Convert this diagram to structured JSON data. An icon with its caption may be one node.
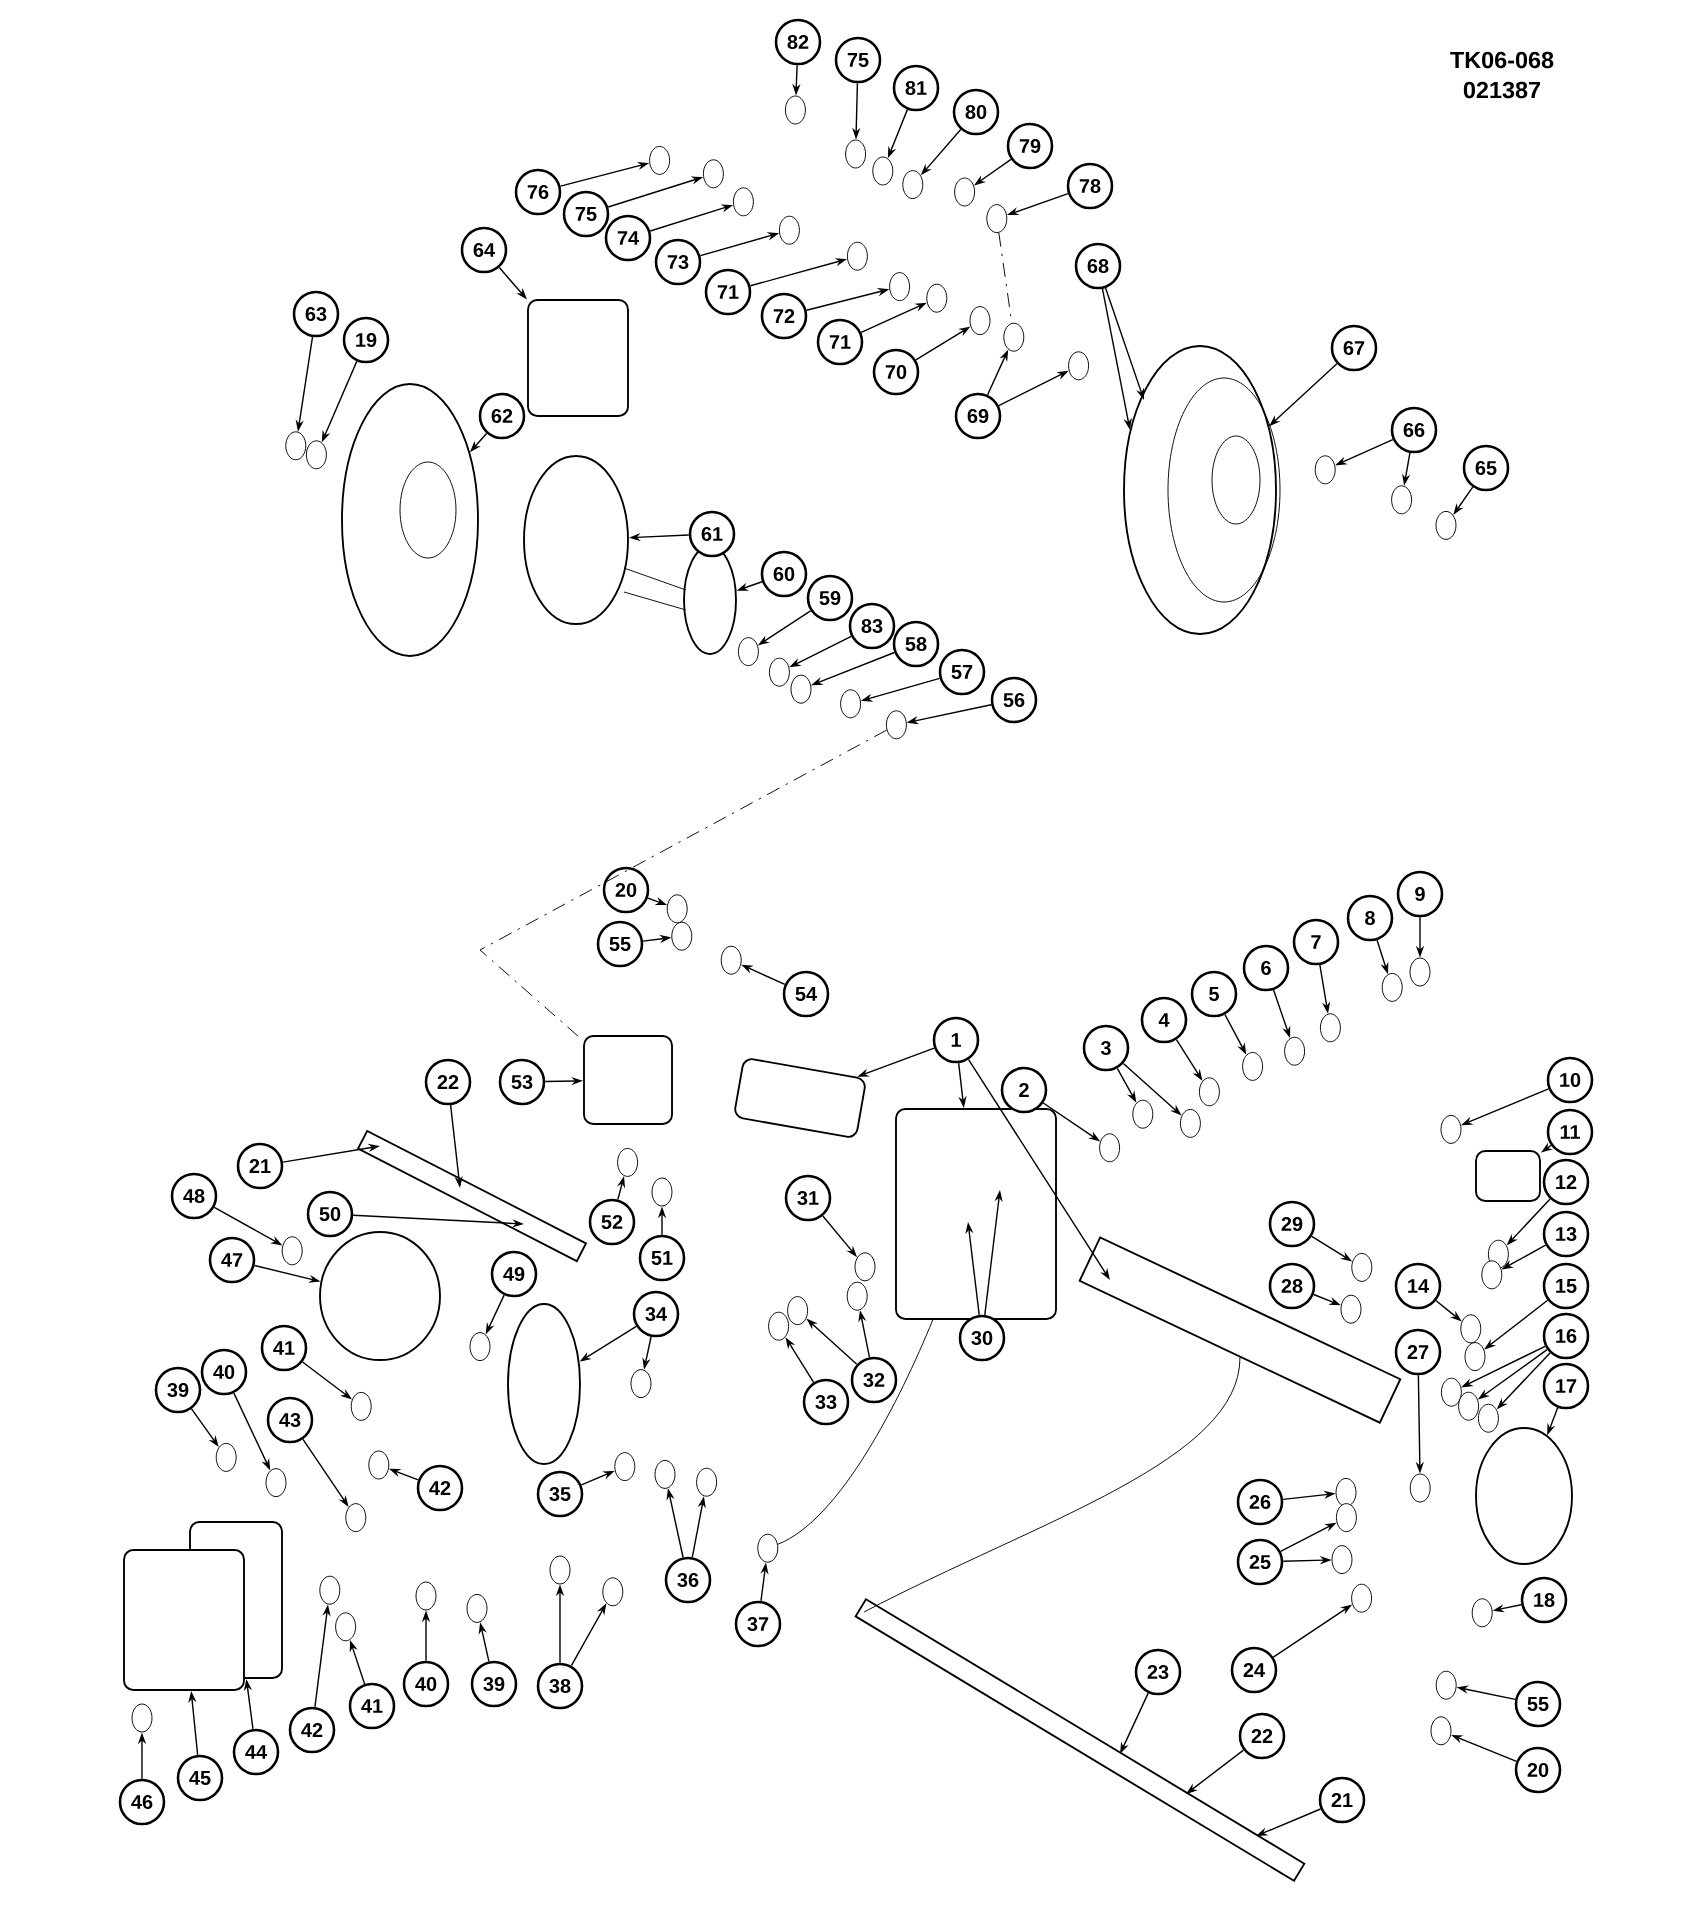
{
  "diagram": {
    "nodes": [
      {
        "text": [
          "82"
        ]
      },
      {
        "text": [
          "75"
        ]
      },
      {
        "text": [
          "81"
        ]
      },
      {
        "text": [
          "80"
        ]
      },
      {
        "text": [
          "79"
        ]
      },
      {
        "text": [
          "78"
        ]
      },
      {
        "text": [
          "76"
        ]
      },
      {
        "text": [
          "75"
        ]
      },
      {
        "text": [
          "74"
        ]
      },
      {
        "text": [
          "73"
        ]
      },
      {
        "text": [
          "71"
        ]
      },
      {
        "text": [
          "72"
        ]
      },
      {
        "text": [
          "71"
        ]
      },
      {
        "text": [
          "70"
        ]
      },
      {
        "text": [
          "69"
        ]
      },
      {
        "text": [
          "68"
        ]
      },
      {
        "text": [
          "67"
        ]
      },
      {
        "text": [
          "66"
        ]
      },
      {
        "text": [
          "65"
        ]
      },
      {
        "text": [
          "64"
        ]
      },
      {
        "text": [
          "63"
        ]
      },
      {
        "text": [
          "19"
        ]
      },
      {
        "text": [
          "62"
        ]
      },
      {
        "text": [
          "61"
        ]
      },
      {
        "text": [
          "60"
        ]
      },
      {
        "text": [
          "59"
        ]
      },
      {
        "text": [
          "83"
        ]
      },
      {
        "text": [
          "58"
        ]
      },
      {
        "text": [
          "57"
        ]
      },
      {
        "text": [
          "56"
        ]
      },
      {
        "text": [
          "20"
        ]
      },
      {
        "text": [
          "55"
        ]
      },
      {
        "text": [
          "54"
        ]
      },
      {
        "text": [
          "53"
        ]
      },
      {
        "text": [
          "1"
        ]
      },
      {
        "text": [
          "2"
        ]
      },
      {
        "text": [
          "3"
        ]
      },
      {
        "text": [
          "4"
        ]
      },
      {
        "text": [
          "5"
        ]
      },
      {
        "text": [
          "6"
        ]
      },
      {
        "text": [
          "7"
        ]
      },
      {
        "text": [
          "8"
        ]
      },
      {
        "text": [
          "9"
        ]
      },
      {
        "text": [
          "22"
        ]
      },
      {
        "text": [
          "21"
        ]
      },
      {
        "text": [
          "50"
        ]
      },
      {
        "text": [
          "48"
        ]
      },
      {
        "text": [
          "52"
        ]
      },
      {
        "text": [
          "51"
        ]
      },
      {
        "text": [
          "31"
        ]
      },
      {
        "text": [
          "47"
        ]
      },
      {
        "text": [
          "49"
        ]
      },
      {
        "text": [
          "29"
        ]
      },
      {
        "text": [
          "10"
        ]
      },
      {
        "text": [
          "11"
        ]
      },
      {
        "text": [
          "12"
        ]
      },
      {
        "text": [
          "13"
        ]
      },
      {
        "text": [
          "28"
        ]
      },
      {
        "text": [
          "14"
        ]
      },
      {
        "text": [
          "15"
        ]
      },
      {
        "text": [
          "34"
        ]
      },
      {
        "text": [
          "16"
        ]
      },
      {
        "text": [
          "30"
        ]
      },
      {
        "text": [
          "27"
        ]
      },
      {
        "text": [
          "41"
        ]
      },
      {
        "text": [
          "40"
        ]
      },
      {
        "text": [
          "17"
        ]
      },
      {
        "text": [
          "32"
        ]
      },
      {
        "text": [
          "39"
        ]
      },
      {
        "text": [
          "33"
        ]
      },
      {
        "text": [
          "43"
        ]
      },
      {
        "text": [
          "42"
        ]
      },
      {
        "text": [
          "35"
        ]
      },
      {
        "text": [
          "26"
        ]
      },
      {
        "text": [
          "25"
        ]
      },
      {
        "text": [
          "36"
        ]
      },
      {
        "text": [
          "18"
        ]
      },
      {
        "text": [
          "37"
        ]
      },
      {
        "text": [
          "23"
        ]
      },
      {
        "text": [
          "24"
        ]
      },
      {
        "text": [
          "38"
        ]
      },
      {
        "text": [
          "40"
        ]
      },
      {
        "text": [
          "39"
        ]
      },
      {
        "text": [
          "41"
        ]
      },
      {
        "text": [
          "55"
        ]
      },
      {
        "text": [
          "42"
        ]
      },
      {
        "text": [
          "22"
        ]
      },
      {
        "text": [
          "44"
        ]
      },
      {
        "text": [
          "20"
        ]
      },
      {
        "text": [
          "45"
        ]
      },
      {
        "text": [
          "46"
        ]
      },
      {
        "text": [
          "21"
        ]
      },
      {
        "text": [],
        "shape": "ellipse"
      },
      {
        "text": [],
        "shape": "ellipse"
      },
      {
        "text": [],
        "shape": "ellipse"
      },
      {
        "text": [],
        "shape": "ellipse"
      },
      {
        "text": [],
        "shape": "box"
      },
      {
        "text": [],
        "shape": "box"
      },
      {
        "text": [],
        "shape": "box"
      },
      {
        "text": [],
        "shape": "box"
      },
      {
        "text": [],
        "shape": "bar"
      },
      {
        "text": [],
        "shape": "bar"
      },
      {
        "text": [],
        "shape": "ellipse"
      },
      {
        "text": [],
        "shape": "ellipse"
      },
      {
        "text": [],
        "shape": "bar"
      },
      {
        "text": [],
        "shape": "ellipse"
      },
      {
        "text": [],
        "shape": "box"
      },
      {
        "text": [],
        "shape": "box"
      },
      {
        "text": [],
        "shape": "box"
      },
      {
        "text": [],
        "shape": "ellipse"
      },
      {
        "text": [],
        "shape": "ellipse"
      },
      {
        "text": [],
        "shape": "ellipse"
      },
      {
        "text": [],
        "shape": "ellipse"
      },
      {
        "text": [],
        "shape": "ellipse"
      },
      {
        "text": [],
        "shape": "ellipse"
      },
      {
        "text": [],
        "shape": "ellipse"
      },
      {
        "text": [],
        "shape": "ellipse"
      },
      {
        "text": [],
        "shape": "ellipse"
      },
      {
        "text": [],
        "shape": "ellipse"
      },
      {
        "text": [],
        "shape": "ellipse"
      },
      {
        "text": [],
        "shape": "ellipse"
      },
      {
        "text": [],
        "shape": "ellipse"
      },
      {
        "text": [],
        "shape": "ellipse"
      },
      {
        "text": [],
        "shape": "ellipse"
      },
      {
        "text": [],
        "shape": "ellipse"
      },
      {
        "text": [],
        "shape": "ellipse"
      },
      {
        "text": [],
        "shape": "ellipse"
      },
      {
        "text": [],
        "shape": "ellipse"
      },
      {
        "text": [],
        "shape": "ellipse"
      },
      {
        "text": [],
        "shape": "ellipse"
      },
      {
        "text": [],
        "shape": "ellipse"
      },
      {
        "text": [],
        "shape": "ellipse"
      },
      {
        "text": [],
        "shape": "ellipse"
      },
      {
        "text": [],
        "shape": "ellipse"
      },
      {
        "text": [],
        "shape": "ellipse"
      },
      {
        "text": [],
        "shape": "ellipse"
      },
      {
        "text": [],
        "shape": "ellipse"
      },
      {
        "text": [],
        "shape": "ellipse"
      },
      {
        "text": [],
        "shape": "ellipse"
      },
      {
        "text": [],
        "shape": "ellipse"
      },
      {
        "text": [],
        "shape": "ellipse"
      },
      {
        "text": [],
        "shape": "ellipse"
      },
      {
        "text": [],
        "shape": "ellipse"
      },
      {
        "text": [],
        "shape": "ellipse"
      },
      {
        "text": [],
        "shape": "ellipse"
      },
      {
        "text": [],
        "shape": "ellipse"
      },
      {
        "text": [],
        "shape": "ellipse"
      },
      {
        "text": [],
        "shape": "ellipse"
      },
      {
        "text": [],
        "shape": "ellipse"
      },
      {
        "text": [],
        "shape": "ellipse"
      },
      {
        "text": [],
        "shape": "ellipse"
      },
      {
        "text": [],
        "shape": "ellipse"
      },
      {
        "text": [],
        "shape": "ellipse"
      },
      {
        "text": [],
        "shape": "ellipse"
      },
      {
        "text": [],
        "shape": "ellipse"
      },
      {
        "text": [],
        "shape": "ellipse"
      },
      {
        "text": [],
        "shape": "ellipse"
      },
      {
        "text": [],
        "shape": "ellipse"
      },
      {
        "text": [],
        "shape": "ellipse"
      },
      {
        "text": [],
        "shape": "ellipse"
      },
      {
        "text": [],
        "shape": "ellipse"
      },
      {
        "text": [],
        "shape": "ellipse"
      },
      {
        "text": [],
        "shape": "ellipse"
      },
      {
        "text": [],
        "shape": "ellipse"
      },
      {
        "text": [],
        "shape": "ellipse"
      },
      {
        "text": [],
        "shape": "ellipse"
      },
      {
        "text": [],
        "shape": "ellipse"
      },
      {
        "text": [],
        "shape": "ellipse"
      },
      {
        "text": [],
        "shape": "ellipse"
      },
      {
        "text": [],
        "shape": "ellipse"
      },
      {
        "text": [],
        "shape": "ellipse"
      },
      {
        "text": [],
        "shape": "ellipse"
      },
      {
        "text": [],
        "shape": "ellipse"
      },
      {
        "text": [],
        "shape": "ellipse"
      },
      {
        "text": [],
        "shape": "ellipse"
      },
      {
        "text": [],
        "shape": "ellipse"
      },
      {
        "text": [],
        "shape": "ellipse"
      },
      {
        "text": [],
        "shape": "ellipse"
      },
      {
        "text": [],
        "shape": "ellipse"
      },
      {
        "text": [],
        "shape": "ellipse"
      },
      {
        "text": [],
        "shape": "ellipse"
      },
      {
        "text": [],
        "shape": "ellipse"
      },
      {
        "text": [],
        "shape": "ellipse"
      },
      {
        "text": [],
        "shape": "ellipse"
      },
      {
        "text": [],
        "shape": "ellipse"
      },
      {
        "text": [],
        "shape": "ellipse"
      },
      {
        "text": [],
        "shape": "ellipse"
      },
      {
        "text": [],
        "shape": "ellipse"
      },
      {
        "text": [],
        "shape": "ellipse"
      },
      {
        "text": [],
        "shape": "ellipse"
      }
    ],
    "edges": [
      {
        "from": 0,
        "to": 109,
        "arrow": "to"
      },
      {
        "from": 1,
        "to": 110,
        "arrow": "to"
      },
      {
        "from": 2,
        "to": 111,
        "arrow": "to"
      },
      {
        "from": 3,
        "to": 112,
        "arrow": "to"
      },
      {
        "from": 4,
        "to": 113,
        "arrow": "to"
      },
      {
        "from": 5,
        "to": 114,
        "arrow": "to"
      },
      {
        "from": 6,
        "to": 115,
        "arrow": "to"
      },
      {
        "from": 7,
        "to": 116,
        "arrow": "to"
      },
      {
        "from": 8,
        "to": 117,
        "arrow": "to"
      },
      {
        "from": 9,
        "to": 118,
        "arrow": "to"
      },
      {
        "from": 10,
        "to": 119,
        "arrow": "to"
      },
      {
        "from": 11,
        "to": 120,
        "arrow": "to"
      },
      {
        "from": 12,
        "to": 121,
        "arrow": "to"
      },
      {
        "from": 13,
        "to": 122,
        "arrow": "to"
      },
      {
        "from": 14,
        "to": 123,
        "arrow": "to"
      },
      {
        "from": 14,
        "to": 124,
        "arrow": "to"
      },
      {
        "from": 15,
        "to": 92,
        "arrow": "to"
      },
      {
        "from": 15,
        "to": 92,
        "arrow": "to"
      },
      {
        "from": 16,
        "to": 92,
        "arrow": "to"
      },
      {
        "from": 17,
        "to": 125,
        "arrow": "to"
      },
      {
        "from": 17,
        "to": 126,
        "arrow": "to"
      },
      {
        "from": 18,
        "to": 127,
        "arrow": "to"
      },
      {
        "from": 19,
        "to": 96,
        "arrow": "to"
      },
      {
        "from": 20,
        "to": 128,
        "arrow": "to"
      },
      {
        "from": 21,
        "to": 129,
        "arrow": "to"
      },
      {
        "from": 22,
        "to": 93,
        "arrow": "to"
      },
      {
        "from": 23,
        "to": 94,
        "arrow": "to"
      },
      {
        "from": 24,
        "to": 95,
        "arrow": "to"
      },
      {
        "from": 25,
        "to": 130,
        "arrow": "to"
      },
      {
        "from": 26,
        "to": 131,
        "arrow": "to"
      },
      {
        "from": 27,
        "to": 132,
        "arrow": "to"
      },
      {
        "from": 28,
        "to": 133,
        "arrow": "to"
      },
      {
        "from": 29,
        "to": 134,
        "arrow": "to"
      },
      {
        "from": 30,
        "to": 135,
        "arrow": "to"
      },
      {
        "from": 31,
        "to": 136,
        "arrow": "to"
      },
      {
        "from": 32,
        "to": 137,
        "arrow": "to"
      },
      {
        "from": 33,
        "to": 97,
        "arrow": "to"
      },
      {
        "from": 34,
        "to": 98,
        "arrow": "to"
      },
      {
        "from": 34,
        "to": 99,
        "arrow": "to"
      },
      {
        "from": 34,
        "to": 100,
        "arrow": "to"
      },
      {
        "from": 35,
        "to": 138,
        "arrow": "to"
      },
      {
        "from": 36,
        "to": 139,
        "arrow": "to"
      },
      {
        "from": 36,
        "to": 140,
        "arrow": "to"
      },
      {
        "from": 37,
        "to": 141,
        "arrow": "to"
      },
      {
        "from": 38,
        "to": 142,
        "arrow": "to"
      },
      {
        "from": 39,
        "to": 143,
        "arrow": "to"
      },
      {
        "from": 40,
        "to": 144,
        "arrow": "to"
      },
      {
        "from": 41,
        "to": 145,
        "arrow": "to"
      },
      {
        "from": 42,
        "to": 146,
        "arrow": "to"
      },
      {
        "from": 43,
        "to": 101,
        "arrow": "to"
      },
      {
        "from": 44,
        "to": 101,
        "arrow": "to"
      },
      {
        "from": 45,
        "to": 101,
        "arrow": "to"
      },
      {
        "from": 46,
        "to": 147,
        "arrow": "to"
      },
      {
        "from": 47,
        "to": 148,
        "arrow": "to"
      },
      {
        "from": 48,
        "to": 149,
        "arrow": "to"
      },
      {
        "from": 49,
        "to": 150,
        "arrow": "to"
      },
      {
        "from": 50,
        "to": 102,
        "arrow": "to"
      },
      {
        "from": 51,
        "to": 151,
        "arrow": "to"
      },
      {
        "from": 52,
        "to": 152,
        "arrow": "to"
      },
      {
        "from": 53,
        "to": 153,
        "arrow": "to"
      },
      {
        "from": 54,
        "to": 106,
        "arrow": "to"
      },
      {
        "from": 55,
        "to": 154,
        "arrow": "to"
      },
      {
        "from": 56,
        "to": 155,
        "arrow": "to"
      },
      {
        "from": 57,
        "to": 156,
        "arrow": "to"
      },
      {
        "from": 58,
        "to": 157,
        "arrow": "to"
      },
      {
        "from": 59,
        "to": 158,
        "arrow": "to"
      },
      {
        "from": 60,
        "to": 103,
        "arrow": "to"
      },
      {
        "from": 60,
        "to": 159,
        "arrow": "to"
      },
      {
        "from": 61,
        "to": 160,
        "arrow": "to"
      },
      {
        "from": 61,
        "to": 161,
        "arrow": "to"
      },
      {
        "from": 61,
        "to": 162,
        "arrow": "to"
      },
      {
        "from": 62,
        "to": 99,
        "arrow": "to"
      },
      {
        "from": 62,
        "to": 99,
        "arrow": "to"
      },
      {
        "from": 63,
        "to": 163,
        "arrow": "to"
      },
      {
        "from": 64,
        "to": 164,
        "arrow": "to"
      },
      {
        "from": 65,
        "to": 165,
        "arrow": "to"
      },
      {
        "from": 66,
        "to": 105,
        "arrow": "to"
      },
      {
        "from": 67,
        "to": 166,
        "arrow": "to"
      },
      {
        "from": 67,
        "to": 167,
        "arrow": "to"
      },
      {
        "from": 68,
        "to": 168,
        "arrow": "to"
      },
      {
        "from": 69,
        "to": 169,
        "arrow": "to"
      },
      {
        "from": 70,
        "to": 170,
        "arrow": "to"
      },
      {
        "from": 71,
        "to": 171,
        "arrow": "to"
      },
      {
        "from": 72,
        "to": 172,
        "arrow": "to"
      },
      {
        "from": 73,
        "to": 173,
        "arrow": "to"
      },
      {
        "from": 74,
        "to": 174,
        "arrow": "to"
      },
      {
        "from": 74,
        "to": 175,
        "arrow": "to"
      },
      {
        "from": 75,
        "to": 176,
        "arrow": "to"
      },
      {
        "from": 75,
        "to": 177,
        "arrow": "to"
      },
      {
        "from": 76,
        "to": 178,
        "arrow": "to"
      },
      {
        "from": 77,
        "to": 179,
        "arrow": "to"
      },
      {
        "from": 78,
        "to": 104,
        "arrow": "to"
      },
      {
        "from": 79,
        "to": 180,
        "arrow": "to"
      },
      {
        "from": 80,
        "to": 181,
        "arrow": "to"
      },
      {
        "from": 80,
        "to": 182,
        "arrow": "to"
      },
      {
        "from": 81,
        "to": 183,
        "arrow": "to"
      },
      {
        "from": 82,
        "to": 184,
        "arrow": "to"
      },
      {
        "from": 83,
        "to": 185,
        "arrow": "to"
      },
      {
        "from": 84,
        "to": 186,
        "arrow": "to"
      },
      {
        "from": 85,
        "to": 187,
        "arrow": "to"
      },
      {
        "from": 86,
        "to": 104,
        "arrow": "to"
      },
      {
        "from": 87,
        "to": 107,
        "arrow": "to"
      },
      {
        "from": 88,
        "to": 188,
        "arrow": "to"
      },
      {
        "from": 89,
        "to": 108,
        "arrow": "to"
      },
      {
        "from": 90,
        "to": 189,
        "arrow": "to"
      },
      {
        "from": 91,
        "to": 104,
        "arrow": "to"
      },
      {
        "from": 179,
        "to": 99,
        "arrow": "none"
      },
      {
        "from": 104,
        "to": 100,
        "arrow": "none"
      },
      {
        "from": 134,
        "to": 97,
        "arrow": "none",
        "style": "dashed"
      },
      {
        "from": 114,
        "to": 123,
        "arrow": "none",
        "style": "dashed"
      }
    ],
    "labels": [
      "TK06-068",
      "021387"
    ]
  }
}
